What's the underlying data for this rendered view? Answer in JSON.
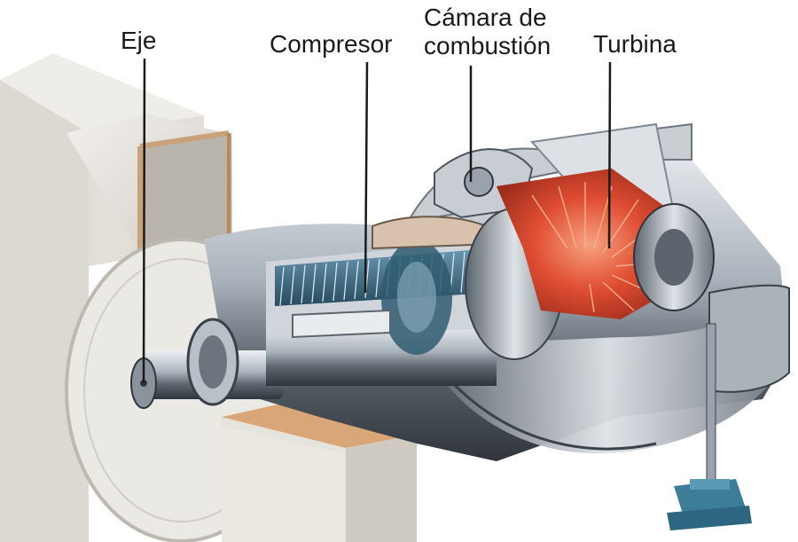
{
  "labels": {
    "eje": "Eje",
    "compresor": "Compresor",
    "camara_line1": "Cámara de",
    "camara_line2": "combustión",
    "turbina": "Turbina"
  },
  "colors": {
    "housing": "#e6e4df",
    "housing_shadow": "#c9c6bf",
    "wood_edge": "#c9a27a",
    "steel_light": "#d7dbe0",
    "steel_mid": "#9aa3ad",
    "steel_dark": "#4b535c",
    "compressor_blades": "#3e6f8a",
    "turbine_hot": "#d9412a",
    "turbine_glow": "#f07a4f",
    "support_base": "#3e7d9a",
    "leader_line": "#1a1a1a"
  }
}
